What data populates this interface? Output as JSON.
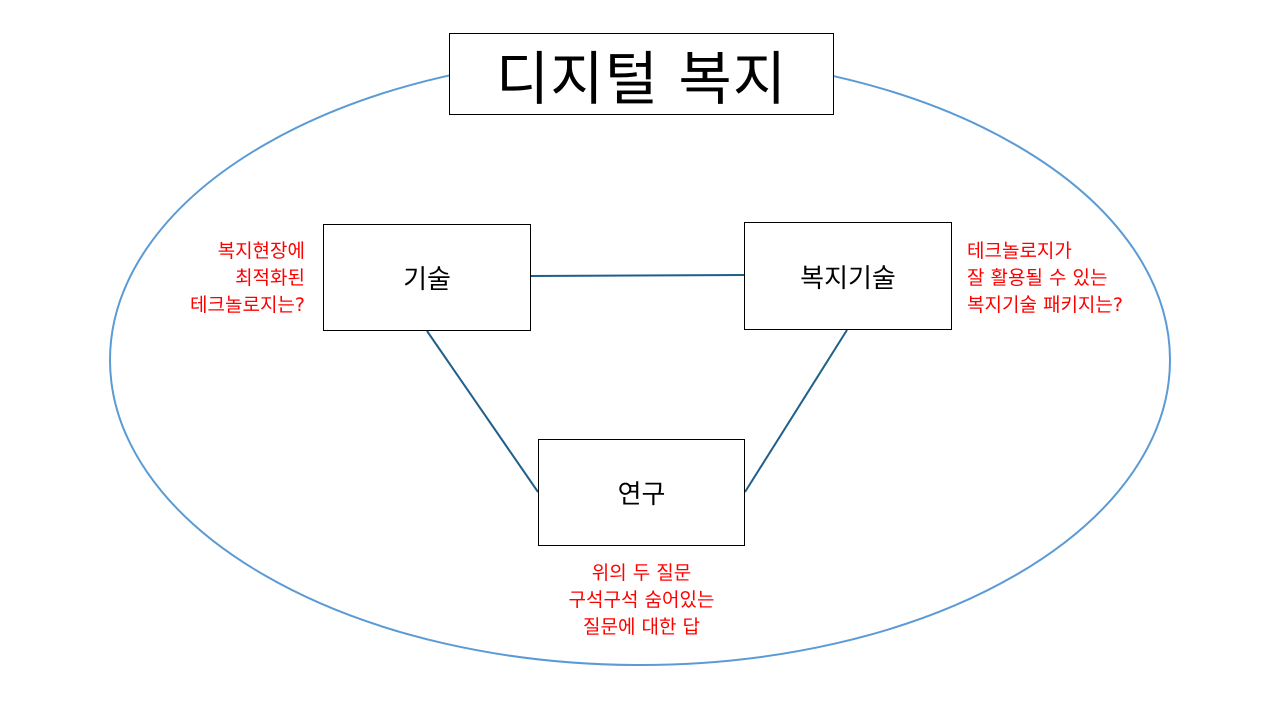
{
  "title": "디지털 복지",
  "nodes": {
    "tech": "기술",
    "welfare_tech": "복지기술",
    "research": "연구"
  },
  "notes": {
    "tech": [
      "복지현장에",
      "최적화된",
      "테크놀로지는?"
    ],
    "welfare_tech": [
      "테크놀로지가",
      "잘 활용될 수 있는",
      "복지기술 패키지는?"
    ],
    "research": [
      "위의 두 질문",
      "구석구석 숨어있는",
      "질문에 대한 답"
    ]
  },
  "colors": {
    "ellipse": "#5b9bd5",
    "connector": "#1f5f8b",
    "note_text": "#ff0000",
    "box_border": "#000000"
  }
}
